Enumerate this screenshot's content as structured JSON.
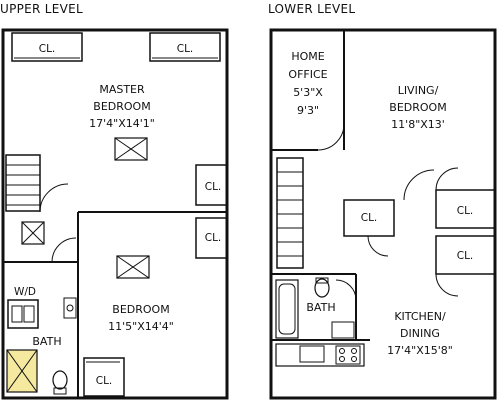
{
  "upper_level": {
    "heading": "UPPER LEVEL",
    "rooms": {
      "closet_a": "CL.",
      "closet_b": "CL.",
      "master_bedroom": {
        "name_line1": "MASTER",
        "name_line2": "BEDROOM",
        "dimensions": "17'4\"X14'1\""
      },
      "closet_side_1": "CL.",
      "closet_side_2": "CL.",
      "bedroom": {
        "name": "BEDROOM",
        "dimensions": "11'5\"X14'4\""
      },
      "laundry": "W/D",
      "bath": "BATH",
      "closet_bottom": "CL."
    }
  },
  "lower_level": {
    "heading": "LOWER LEVEL",
    "rooms": {
      "home_office": {
        "name_line1": "HOME",
        "name_line2": "OFFICE",
        "dim_line1": "5'3\"X",
        "dim_line2": "9'3\""
      },
      "living_bedroom": {
        "name_line1": "LIVING/",
        "name_line2": "BEDROOM",
        "dimensions": "11'8\"X13'"
      },
      "closet_center": "CL.",
      "closet_right_1": "CL.",
      "closet_right_2": "CL.",
      "bath": "BATH",
      "kitchen_dining": {
        "name_line1": "KITCHEN/",
        "name_line2": "DINING",
        "dimensions": "17'4\"X15'8\""
      }
    }
  },
  "colors": {
    "wall": "#111111",
    "skylight_fill": "#f5e9a0",
    "background": "#ffffff"
  }
}
